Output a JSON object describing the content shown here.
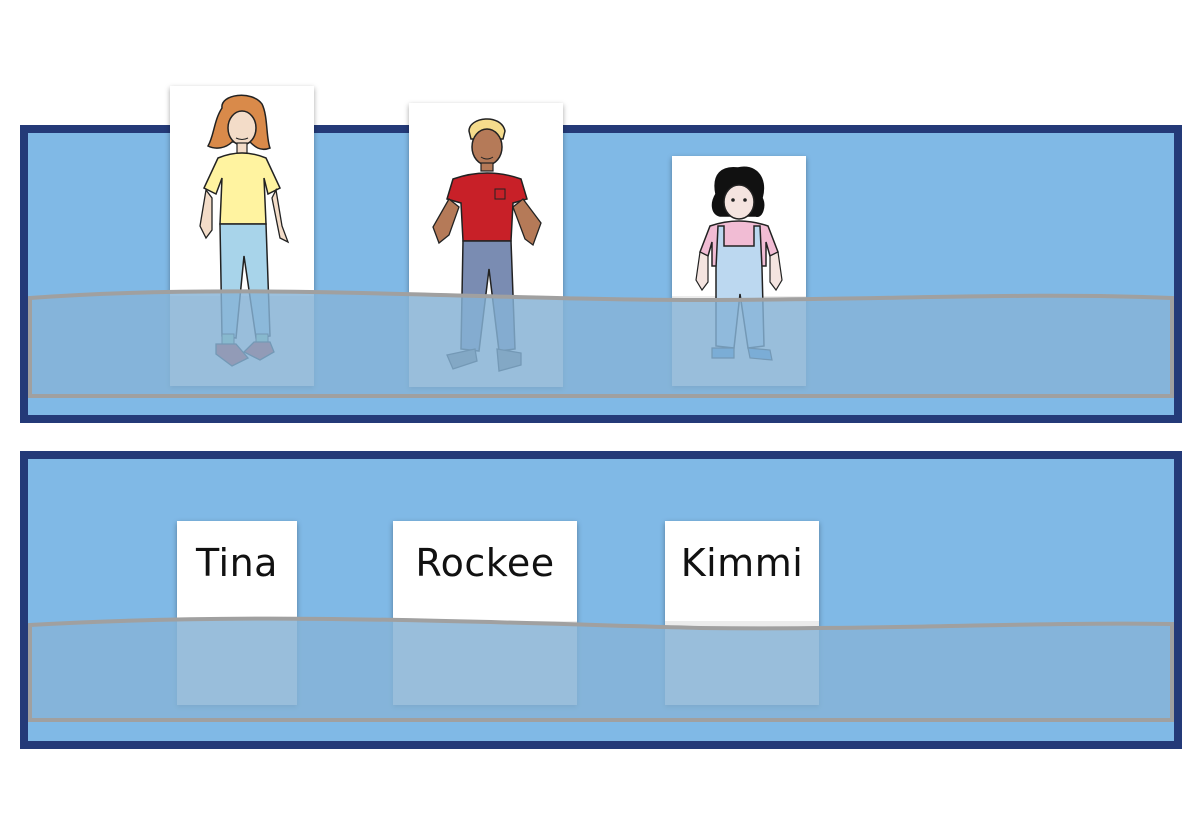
{
  "colors": {
    "board_fill": "#80b9e6",
    "board_border": "#243a78",
    "pocket_fill": "#86b3d7",
    "pocket_border": "#a0a0a0",
    "card_fill": "#ffffff",
    "card_lower": "#ececec"
  },
  "top_board": {
    "figures": [
      {
        "icon": "girl-with-red-hair-figure-icon"
      },
      {
        "icon": "boy-in-red-shirt-figure-icon"
      },
      {
        "icon": "toddler-in-overalls-figure-icon"
      }
    ]
  },
  "bottom_board": {
    "names": [
      "Tina",
      "Rockee",
      "Kimmi"
    ]
  }
}
